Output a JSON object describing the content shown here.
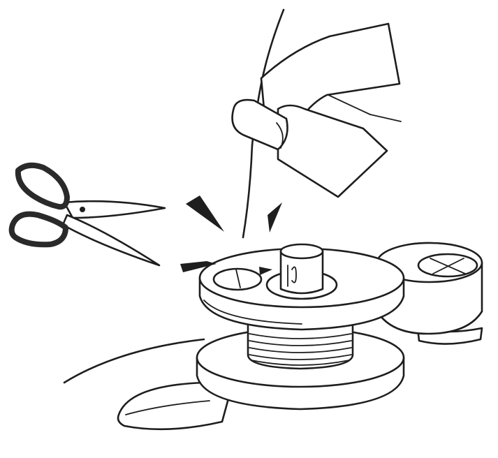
{
  "illustration": {
    "style": "black line art on white background",
    "ink_color": "#1e1e1e",
    "background_color": "#ffffff",
    "elements": [
      "hand-with-thread",
      "thread-strand",
      "scissors",
      "cut-marks",
      "bobbin",
      "bobbin-winder-stopper",
      "sewing-machine-bed"
    ]
  }
}
